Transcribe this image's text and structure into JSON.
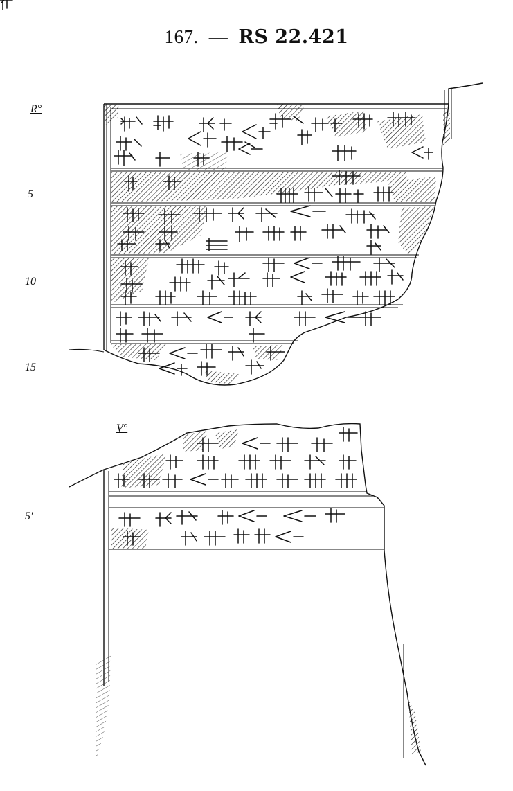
{
  "header": {
    "number": "167.",
    "dash": "—",
    "reference": "RS 22.421"
  },
  "margin_labels": {
    "recto": "R°",
    "verso": "V°",
    "recto_lines": [
      "5",
      "10",
      "15"
    ],
    "verso_lines": [
      "5'"
    ]
  }
}
